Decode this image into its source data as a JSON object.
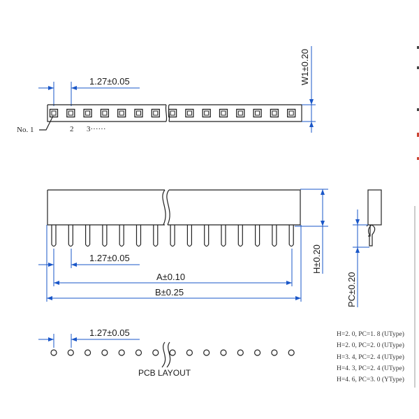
{
  "dimensions": {
    "top_pitch": "1.27±0.05",
    "width_tol": "W1±0.20",
    "mid_pitch": "1.27±0.05",
    "dim_a": "A±0.10",
    "dim_b": "B±0.25",
    "height_tol": "H±0.20",
    "pc_tol": "PC±0.20",
    "pcb_pitch": "1.27±0.05"
  },
  "top_view": {
    "first_pin_label": "No. 1",
    "pin_two": "2",
    "pin_three": "3······"
  },
  "pcb_layout_label": "PCB LAYOUT",
  "spec_lines": [
    "H=2. 0, PC=1. 8 (UType)",
    "H=2. 0, PC=2. 0 (UType)",
    "H=3. 4, PC=2. 4 (UType)",
    "H=4. 3, PC=2. 4 (UType)",
    "H=4. 6, PC=3. 0 (YType)"
  ],
  "colors": {
    "dimension": "#1a57c8",
    "outline": "#222222"
  }
}
